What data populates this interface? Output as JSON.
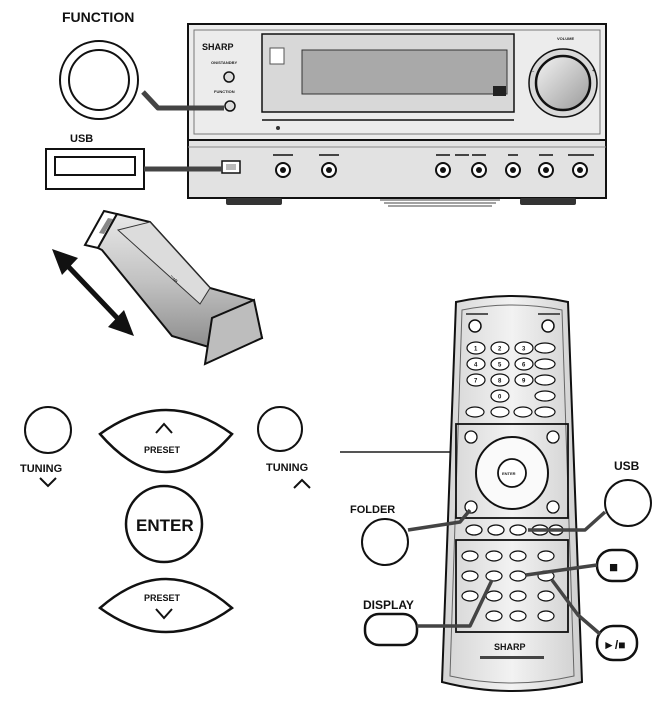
{
  "labels": {
    "function": "FUNCTION",
    "usb_port": "USB",
    "tuning_down": "TUNING",
    "tuning_up": "TUNING",
    "preset_up": "PRESET",
    "preset_down": "PRESET",
    "enter": "ENTER",
    "folder": "FOLDER",
    "usb_button": "USB",
    "display": "DISPLAY",
    "stop_glyph": "■",
    "play_pause_glyph": "►/■"
  },
  "unit": {
    "brand": "SHARP",
    "on_standby": "ON/STANDBY",
    "function_small": "FUNCTION",
    "volume": "VOLUME"
  },
  "remote": {
    "brand": "SHARP",
    "enter_small": "ENTER",
    "keypad": [
      "1",
      "2",
      "3",
      "4",
      "5",
      "6",
      "7",
      "8",
      "9",
      "0"
    ]
  },
  "colors": {
    "ink": "#111111",
    "panel": "#eeeeee",
    "panel_dark": "#cfcfcf",
    "display": "#a9a9a9",
    "remote_body": "#e9e9e9"
  }
}
